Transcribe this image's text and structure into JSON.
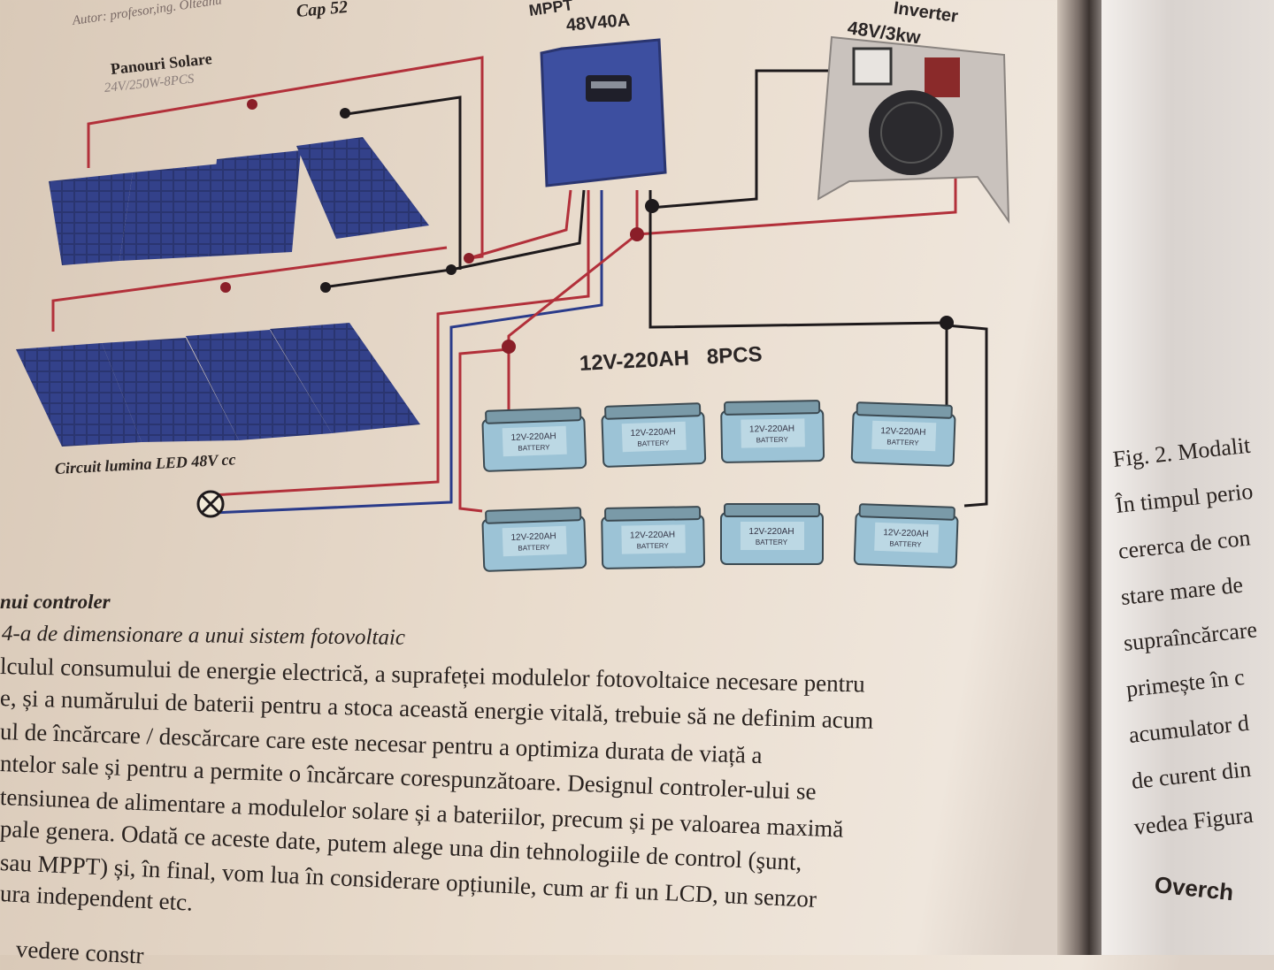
{
  "header": {
    "author": "Autor: profesor,ing. Olteanu",
    "chapter": "Cap 52"
  },
  "diagram": {
    "panels_title": "Panouri Solare",
    "panels_spec": "24V/250W-8PCS",
    "controller_label": "MPPT",
    "controller_spec": "48V40A",
    "inverter_label": "Inverter",
    "inverter_spec": "48V/3kw",
    "battery_bank_label": "12V-220AH   8PCS",
    "battery_label": "12V-220AH",
    "battery_sub": "BATTERY",
    "led_circuit_label": "Circuit lumina LED 48V cc",
    "colors": {
      "positive_wire": "#b2303a",
      "negative_wire": "#1e1a1c",
      "panel": "#2a3570",
      "controller": "#3d4fa0",
      "battery": "#9cc3d6"
    }
  },
  "body": {
    "section_title": "nui controler",
    "subtitle": "4-a de dimensionare a unui sistem fotovoltaic",
    "lines": [
      "lculul consumului de energie electrică, a suprafeței modulelor fotovoltaice necesare pentru",
      "e, și a numărului de baterii pentru a stoca această energie vitală, trebuie să ne definim acum",
      "ul de încărcare / descărcare care este necesar pentru a optimiza durata de viață a",
      "ntelor sale și pentru a permite o încărcare corespunzătoare. Designul controler-ului se",
      "tensiunea de alimentare a modulelor solare și a bateriilor, precum și pe valoarea maximă",
      "pale genera. Odată ce  aceste date, putem alege una din tehnologiile de control (şunt,",
      " sau MPPT) și, în final, vom lua în considerare opțiunile, cum ar fi un LCD, un senzor",
      "ura independent etc.",
      "vedere constr"
    ]
  },
  "right_page": {
    "lines": [
      "Fig. 2. Modalit",
      "În timpul perio",
      "cererca de con",
      "stare mare de",
      "supraîncărcare",
      "primește în c",
      "acumulator d",
      "de curent din",
      "vedea Figura"
    ],
    "heading": "Overch"
  }
}
